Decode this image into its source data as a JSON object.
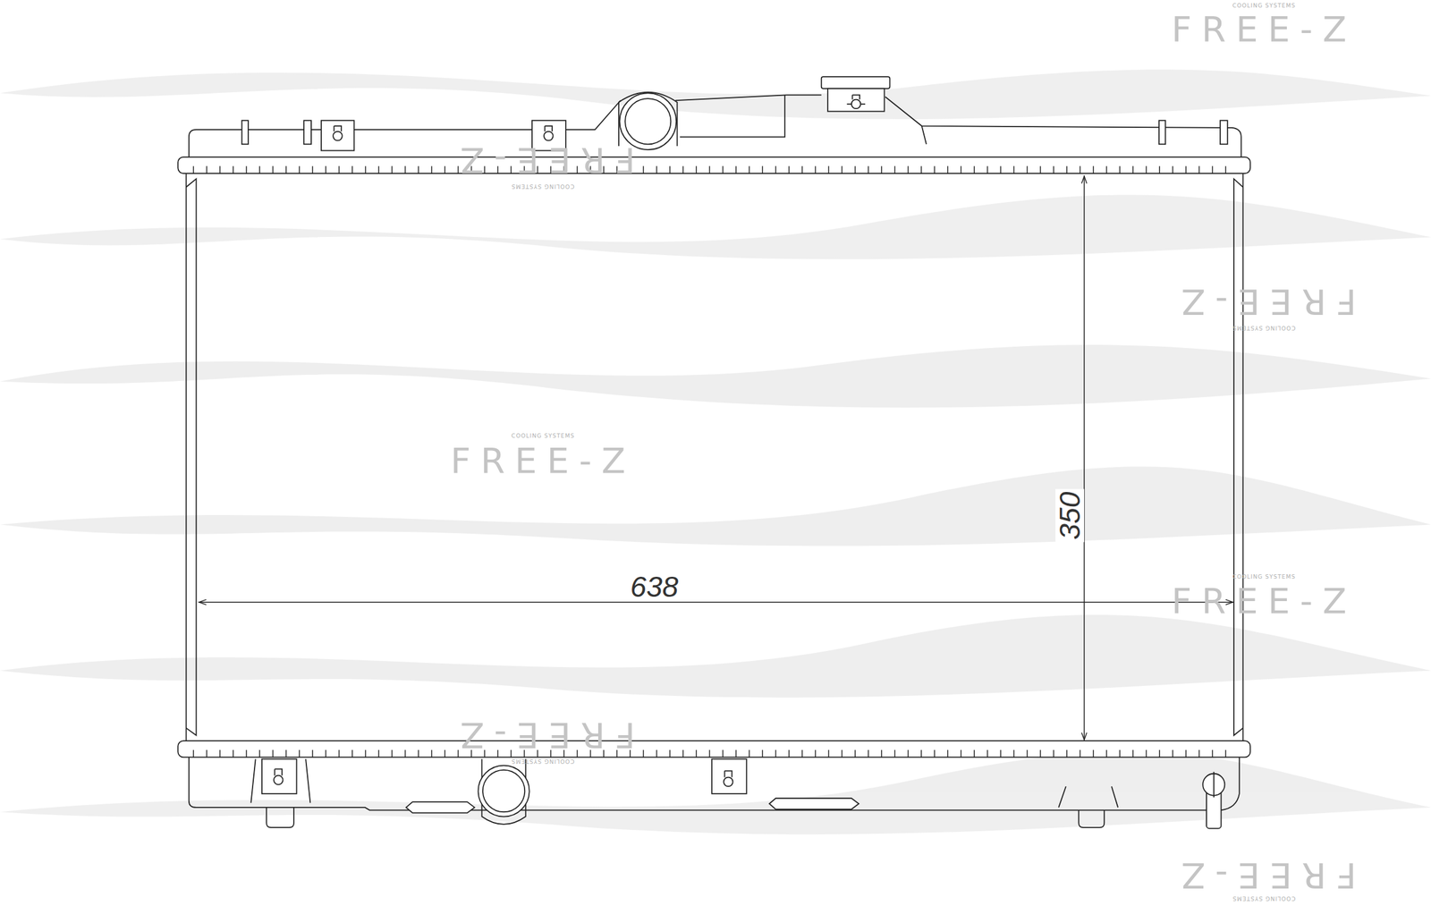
{
  "diagram": {
    "labels": [
      "COOLING SYSTEMS",
      "FREE-Z",
      "FREE-Z",
      "COOLING SYSTEMS",
      "FREE-Z",
      "COOLING SYSTEMS",
      "COOLING SYSTEMS",
      "FREE-Z",
      "COOLING SYSTEMS",
      "FREE-Z",
      "638",
      "350",
      "FREE-Z",
      "COOLING SYSTEMS",
      "FREE-Z",
      "COOLING SYSTEMS"
    ]
  }
}
